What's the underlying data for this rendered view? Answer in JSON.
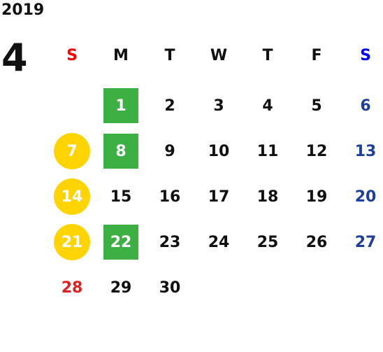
{
  "calendar": {
    "year": "2019",
    "month": "4",
    "weekdays": [
      "S",
      "M",
      "T",
      "W",
      "T",
      "F",
      "S"
    ],
    "days": [
      {
        "num": "1",
        "col": 1,
        "row": 0,
        "mark": "green"
      },
      {
        "num": "2",
        "col": 2,
        "row": 0
      },
      {
        "num": "3",
        "col": 3,
        "row": 0
      },
      {
        "num": "4",
        "col": 4,
        "row": 0
      },
      {
        "num": "5",
        "col": 5,
        "row": 0
      },
      {
        "num": "6",
        "col": 6,
        "row": 0,
        "color": "blue"
      },
      {
        "num": "7",
        "col": 0,
        "row": 1,
        "mark": "yellow"
      },
      {
        "num": "8",
        "col": 1,
        "row": 1,
        "mark": "green"
      },
      {
        "num": "9",
        "col": 2,
        "row": 1
      },
      {
        "num": "10",
        "col": 3,
        "row": 1
      },
      {
        "num": "11",
        "col": 4,
        "row": 1
      },
      {
        "num": "12",
        "col": 5,
        "row": 1
      },
      {
        "num": "13",
        "col": 6,
        "row": 1,
        "color": "blue"
      },
      {
        "num": "14",
        "col": 0,
        "row": 2,
        "mark": "yellow"
      },
      {
        "num": "15",
        "col": 1,
        "row": 2
      },
      {
        "num": "16",
        "col": 2,
        "row": 2
      },
      {
        "num": "17",
        "col": 3,
        "row": 2
      },
      {
        "num": "18",
        "col": 4,
        "row": 2
      },
      {
        "num": "19",
        "col": 5,
        "row": 2
      },
      {
        "num": "20",
        "col": 6,
        "row": 2,
        "color": "blue"
      },
      {
        "num": "21",
        "col": 0,
        "row": 3,
        "mark": "yellow"
      },
      {
        "num": "22",
        "col": 1,
        "row": 3,
        "mark": "green"
      },
      {
        "num": "23",
        "col": 2,
        "row": 3
      },
      {
        "num": "24",
        "col": 3,
        "row": 3
      },
      {
        "num": "25",
        "col": 4,
        "row": 3
      },
      {
        "num": "26",
        "col": 5,
        "row": 3
      },
      {
        "num": "27",
        "col": 6,
        "row": 3,
        "color": "blue"
      },
      {
        "num": "28",
        "col": 0,
        "row": 4,
        "color": "red"
      },
      {
        "num": "29",
        "col": 1,
        "row": 4
      },
      {
        "num": "30",
        "col": 2,
        "row": 4
      }
    ],
    "colors": {
      "sunday_header": "#ff0000",
      "saturday_header": "#0000ff",
      "sunday_date": "#e02020",
      "saturday_date": "#1f3f9a",
      "green_mark": "#3cb043",
      "yellow_mark": "#ffd400"
    }
  }
}
